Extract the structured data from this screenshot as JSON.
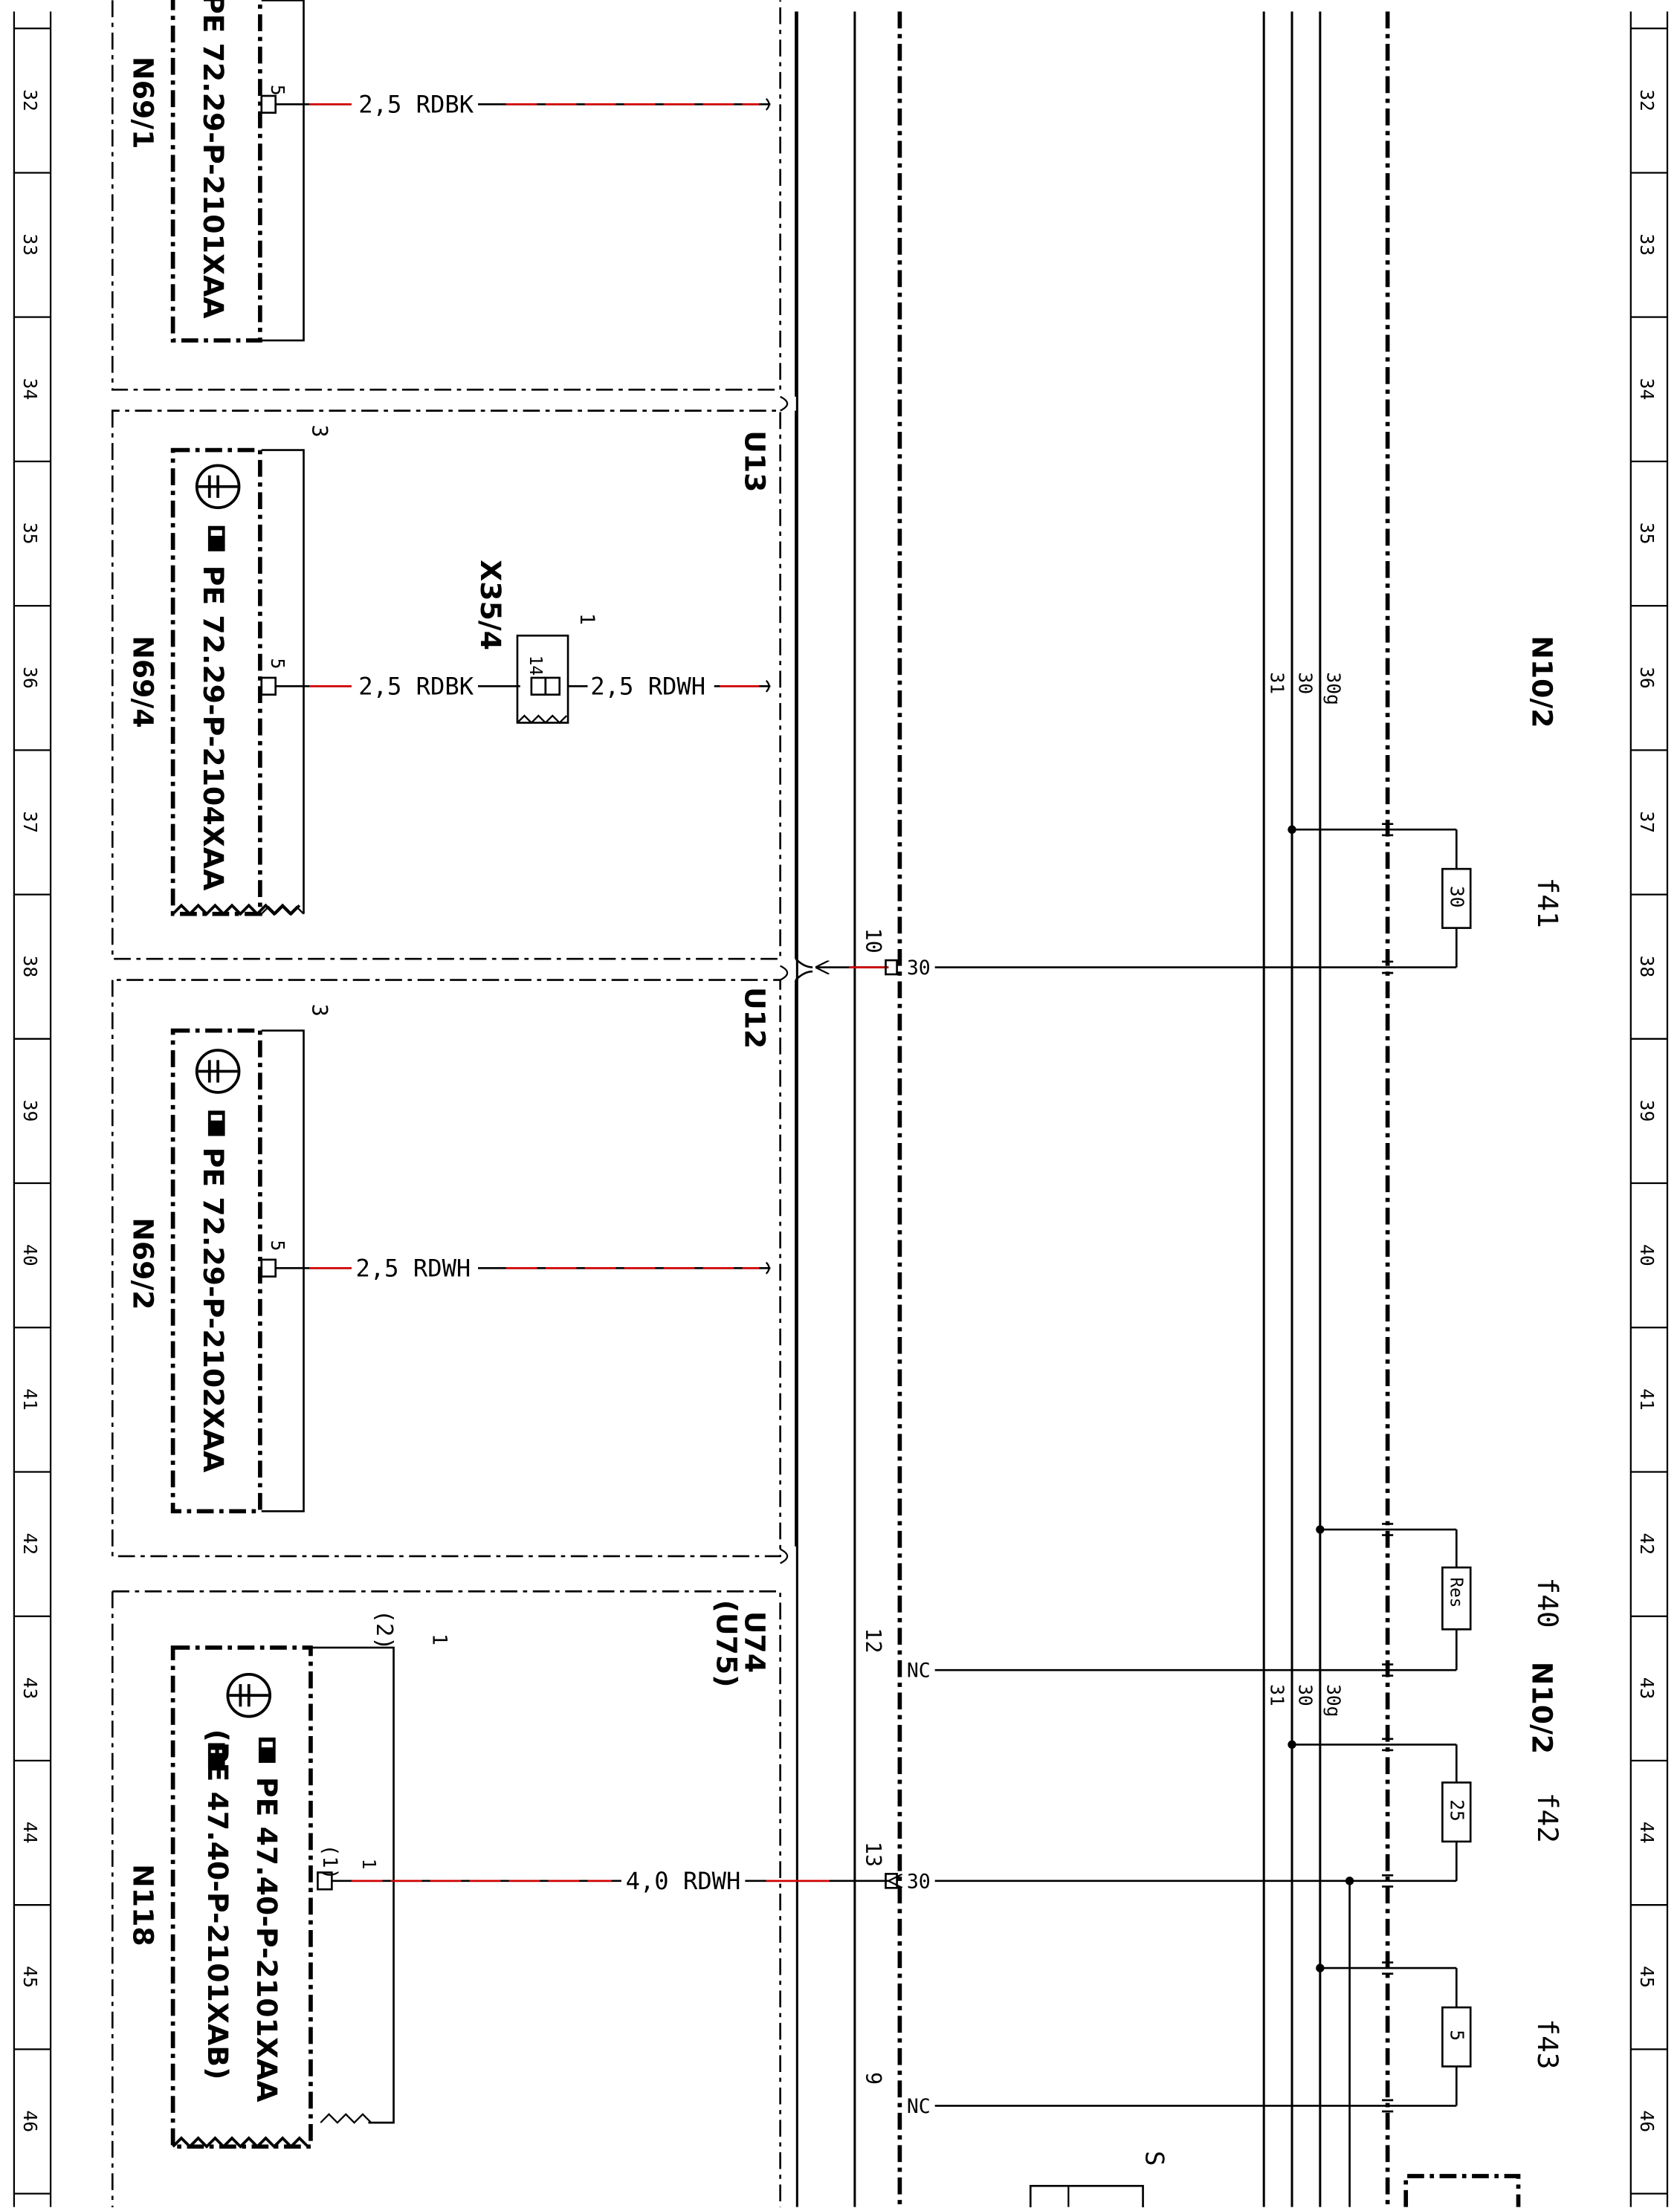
{
  "rows": [
    "32",
    "33",
    "34",
    "35",
    "36",
    "37",
    "38",
    "39",
    "40",
    "41",
    "42",
    "43",
    "44",
    "45",
    "46"
  ],
  "components": {
    "n69_1": {
      "id": "N69/1",
      "ref": "PE 72.29-P-2101XAA",
      "pin": "5",
      "wire": "2,5 RDBK"
    },
    "n69_4": {
      "id": "N69/4",
      "ref": "PE 72.29-P-2104XAA",
      "pin": "5",
      "pin_top": "3",
      "wire_left": "2,5 RDBK",
      "wire_right": "2,5 RDWH"
    },
    "n69_2": {
      "id": "N69/2",
      "ref": "PE 72.29-P-2102XAA",
      "pin": "5",
      "pin_top": "3",
      "wire": "2,5 RDWH"
    },
    "n118": {
      "id": "N118",
      "ref1": "PE 47.40-P-2101XAA",
      "ref2": "(PE 47.40-P-2101XAB)",
      "pin": "1",
      "pin_alt": "(1)",
      "pin_top": "1",
      "pin_top_alt": "(2)",
      "wire": "4,0 RDWH"
    }
  },
  "groups": {
    "u13": "U13",
    "u12": "U12",
    "u74": "U74",
    "u75": "(U75)",
    "s": "S"
  },
  "connector": {
    "id": "X35/4",
    "pin": "14",
    "pin_top": "1"
  },
  "module": {
    "id": "N10/2",
    "id_lower": "N10/2",
    "bus": [
      "31",
      "30",
      "30g"
    ],
    "bus_lower": [
      "31",
      "30",
      "30g"
    ],
    "terminals": [
      {
        "pin": "10",
        "label": "30"
      },
      {
        "pin": "12",
        "label": "NC"
      },
      {
        "pin": "13",
        "label": "30"
      },
      {
        "pin": "9",
        "label": "NC"
      }
    ],
    "fuses": [
      {
        "id": "f41",
        "rating": "30"
      },
      {
        "id": "f40",
        "rating": "Res"
      },
      {
        "id": "f42",
        "rating": "25"
      },
      {
        "id": "f43",
        "rating": "5"
      }
    ]
  }
}
